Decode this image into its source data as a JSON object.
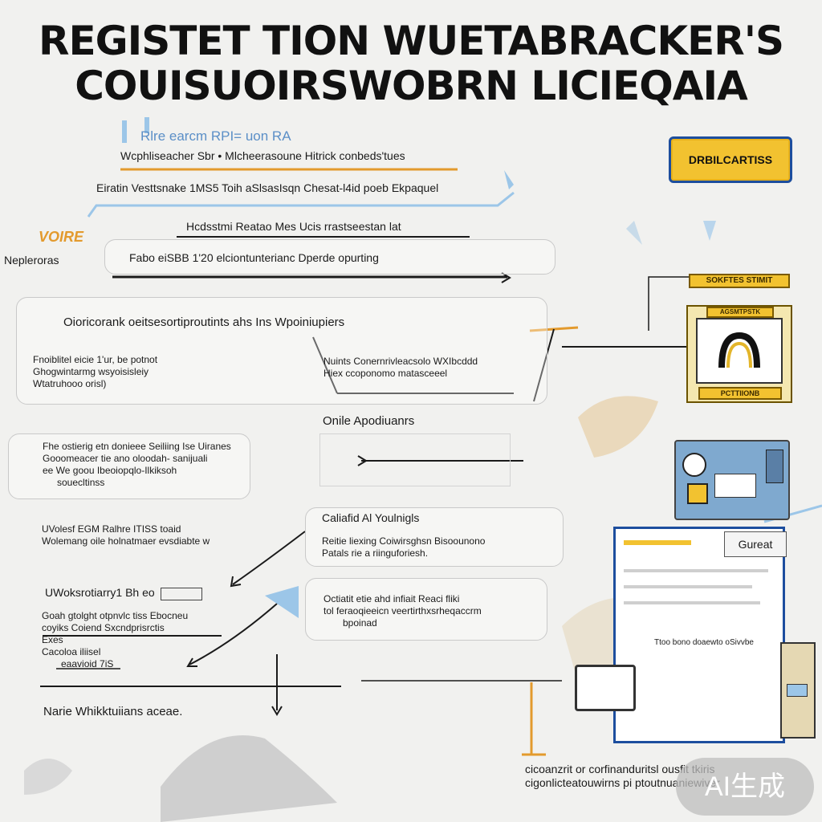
{
  "title": {
    "line1": "REGISTET TION WUETABRACKER'S",
    "line2": "COUISUOIRSWOBRN LICIEQAIA"
  },
  "header_note": "Rlre earcm RPI= uon RA",
  "top_button": "DRBILCARTISS",
  "rows": [
    {
      "text": "Wcphliseacher Sbr  •  Mlcheerasoune Hitrick conbeds'tues"
    },
    {
      "text": "Eiratin Vesttsnake 1MS5 Toih  aSlsasIsqn Chesat-l4id poeb Ekpaquel"
    },
    {
      "text": "Hcdsstmi Reatao Mes  Ucis rrastseestan lat"
    }
  ],
  "left_tag": "Nepleroras",
  "left_badge": "VOIRE",
  "search_field": "Fabo eiSBB 1'20 elciontunterianc Dperde opurting",
  "section_heading": "Oioricorank oeitsesortiproutints ahs  Ins Wpoiniupiers",
  "block_left": [
    "Fnoiblitel eicie 1'ur, be potnot",
    "Ghogwintarmg wsyoisisleiy",
    "Wtatruhooo orisl)"
  ],
  "block_right": [
    "Nuints  Conernrivleacsolo WXIbcddd",
    "Hiex  ccoponomo matasceeel"
  ],
  "sub_heading": "Onile Apodiuanrs",
  "block_three": [
    "Fhe ostierig etn donieee Seiliing Ise Uiranes",
    "Gooomeacer tie ano oloodah- sanijuali",
    "ee  We goou Ibeoiopqlo-Ilkiksoh",
    "souecltinss"
  ],
  "mid_left": [
    "UVolesf  EGM Ralhre ITISS toaid",
    "Wolemang oile holnatmaer evsdiabte w"
  ],
  "mid_heading": "Caliafid Al Youlnigls",
  "mid_right": [
    "Reitie liexing Coiwirsghsn Bisoounono",
    "Patals rie a riinguforiesh."
  ],
  "workflow": "UWoksrotiarry1 Bh eo",
  "workflow_items": [
    "Goah gtolght otpnvlc tiss  Ebocneu",
    "coyiks  Coiend Sxcndprisrctis",
    "Exes",
    "Cacoloa iliisel",
    "eaavioid 7iS"
  ],
  "right_note": [
    "Octiatit etie ahd  infiait Reaci fliki",
    "tol feraoqieeicn veertirthxsrheqaccrm",
    "bpoinad"
  ],
  "bottom_label": "Narie Whikktuiians aceae.",
  "bottom_right": [
    "cicoanzrit  or  corfinanduritsl ousfit tkiris",
    "cigonlicteatouwirns pi  ptoutnuaniewiver"
  ],
  "device_chips": [
    "SOKFTES STIMIT",
    "AGSMTPSTK",
    "PCTTIIONB"
  ],
  "window_button": "Gureat",
  "window_footer": "Ttoo bono doaewto oSivvbe",
  "watermark": "AI生成",
  "colors": {
    "accent_yellow": "#f2c230",
    "accent_blue": "#1d4e9e",
    "accent_orange": "#e39a2d",
    "light_blue": "#9cc6e8"
  }
}
